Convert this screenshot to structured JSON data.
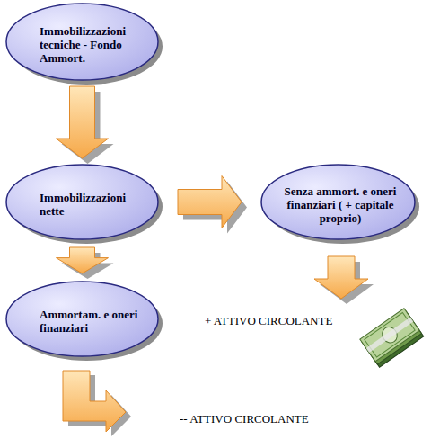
{
  "diagram": {
    "nodes": [
      {
        "text": [
          "Immobilizzazioni tecniche - Fondo Ammort."
        ]
      },
      {
        "text": [
          "Immobilizzazioni nette"
        ]
      },
      {
        "text": [
          "Senza ammort. e oneri finanziari ( + capitale proprio)"
        ]
      },
      {
        "text": [
          "Ammortam. e oneri finanziari"
        ]
      }
    ],
    "edges": [
      {
        "from": 0,
        "to": 1,
        "arrow": "to"
      },
      {
        "from": 1,
        "to": 2,
        "arrow": "to"
      },
      {
        "from": 1,
        "to": 3,
        "arrow": "to"
      }
    ],
    "labels": [
      "+ ATTIVO CIRCOLANTE",
      "-- ATTIVO CIRCOLANTE"
    ]
  }
}
